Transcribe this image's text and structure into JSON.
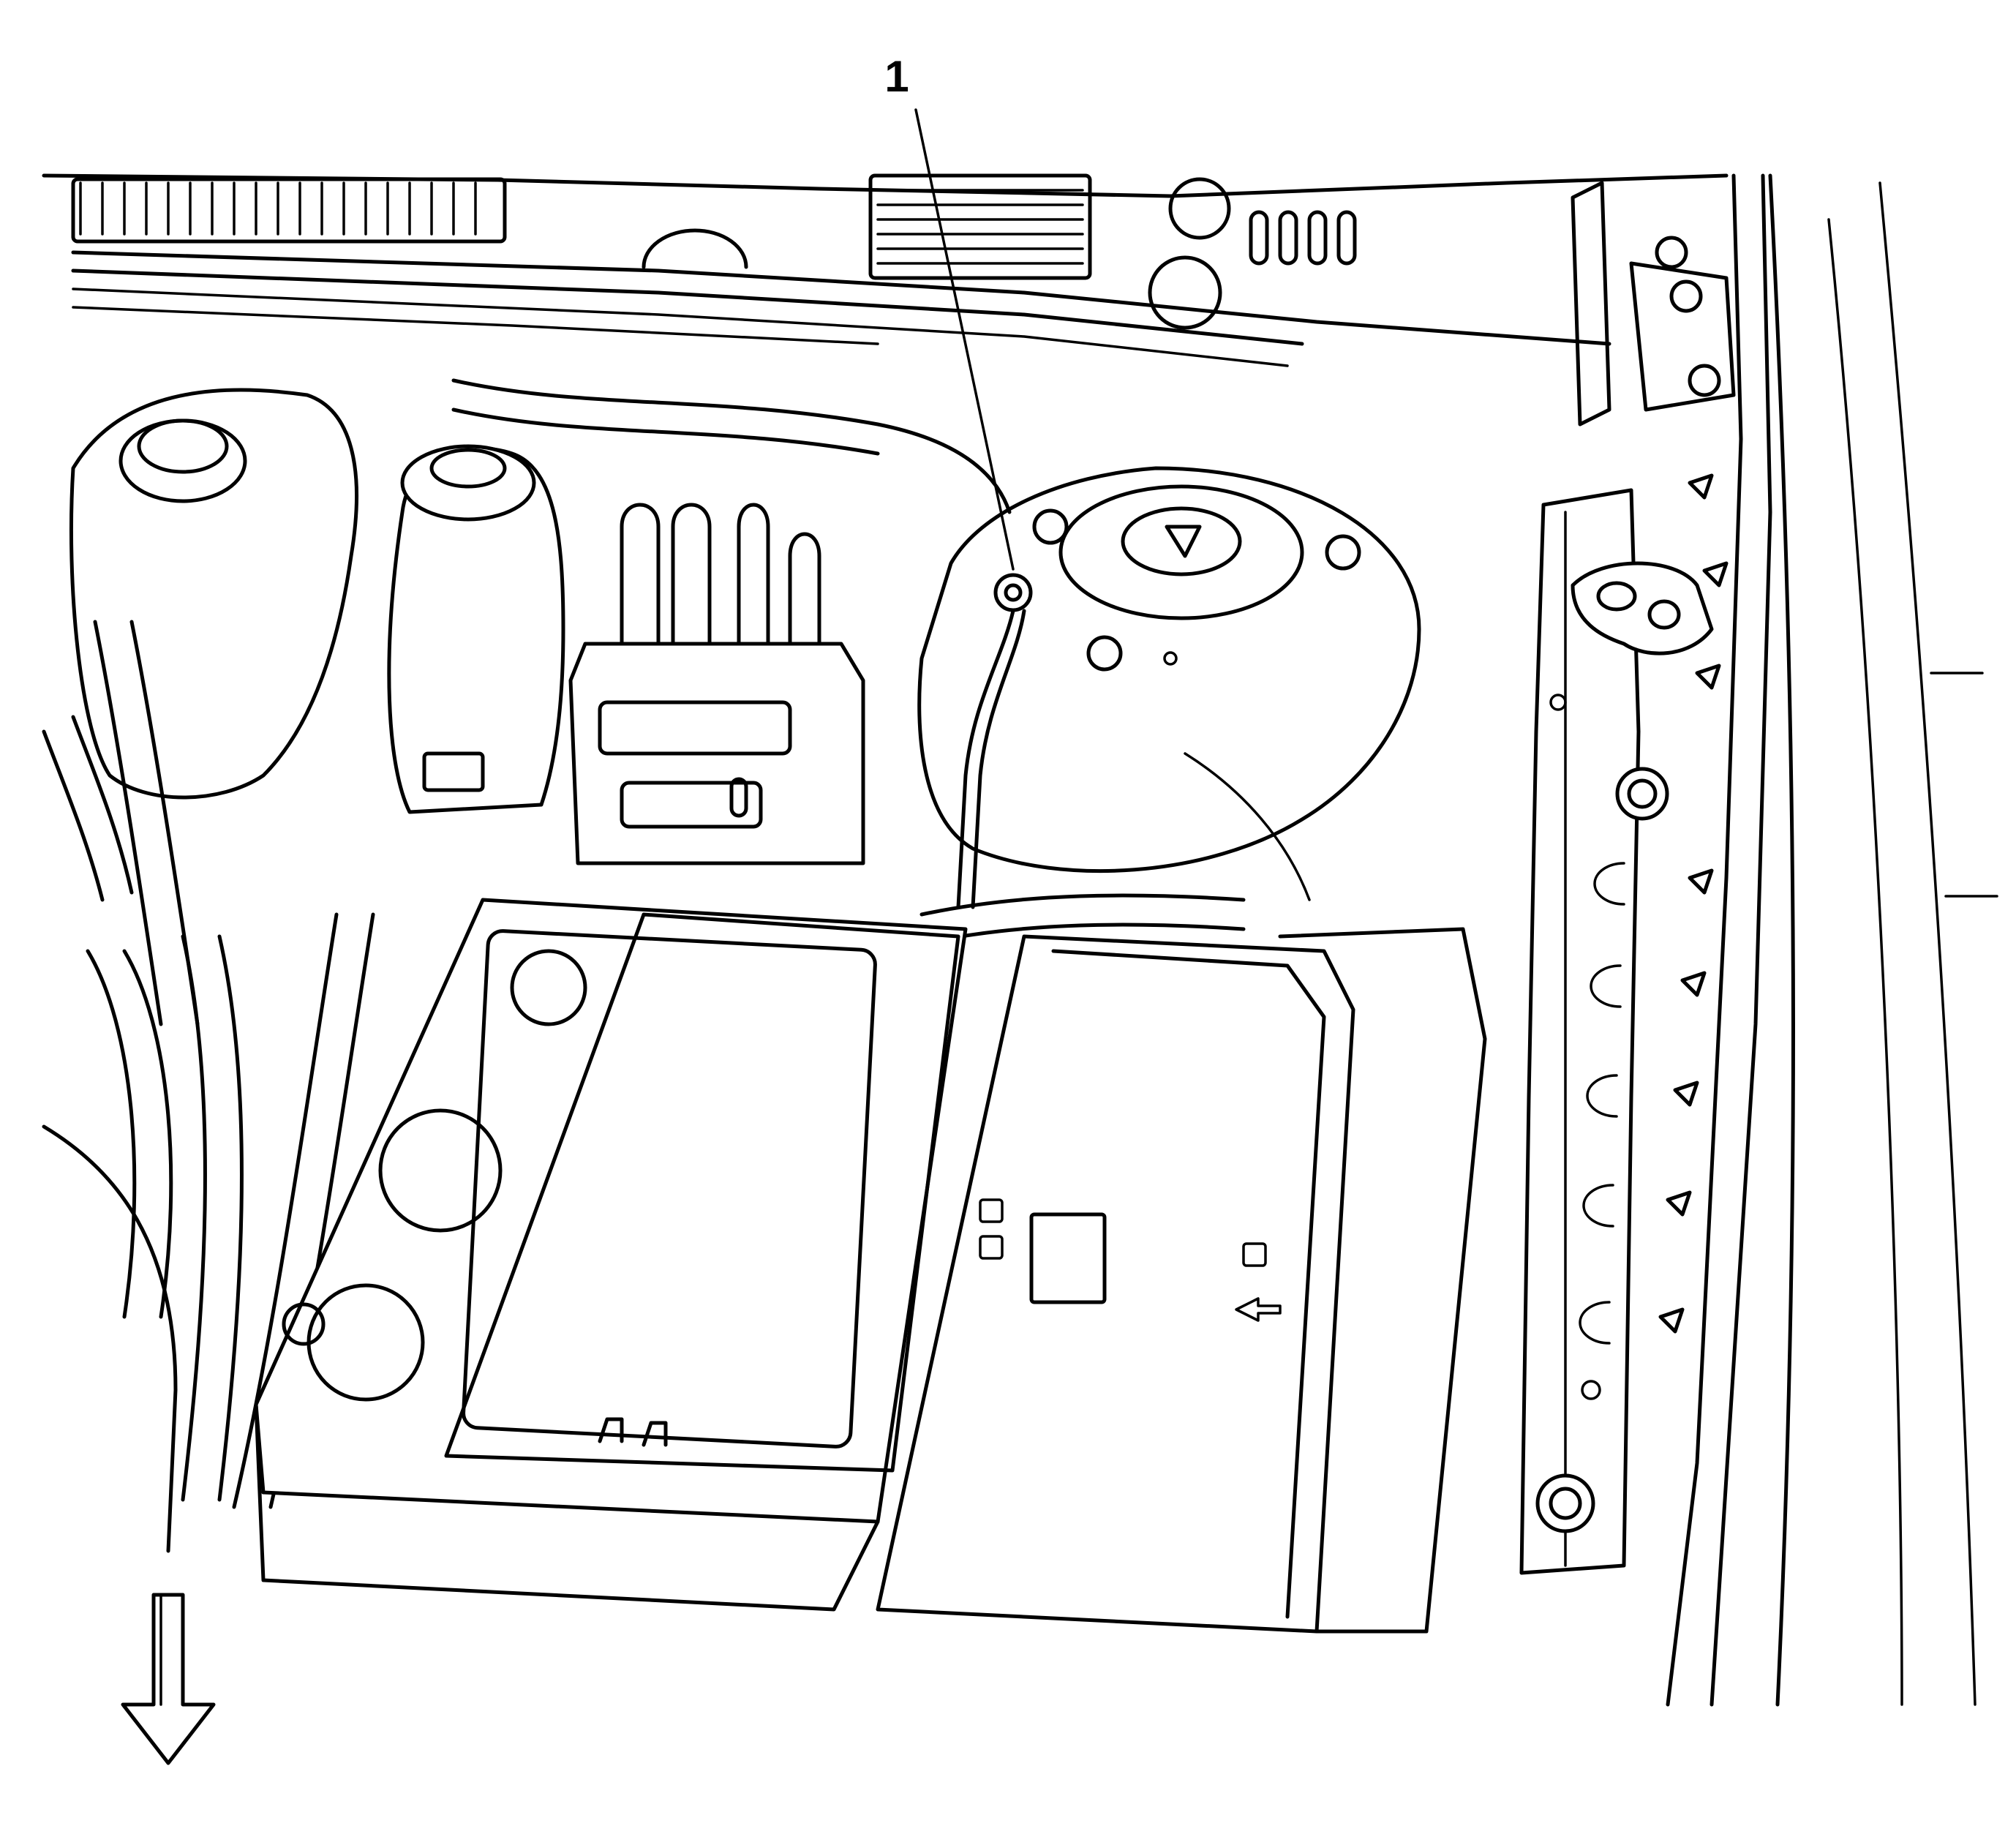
{
  "callouts": [
    {
      "label": "1",
      "part": "ground-strap-fastener"
    }
  ],
  "icons": {
    "orientation_arrow": "down-arrow-icon",
    "front_direction_indicator": "arrow-down"
  },
  "colors": {
    "line": "#000000",
    "background": "#ffffff"
  }
}
